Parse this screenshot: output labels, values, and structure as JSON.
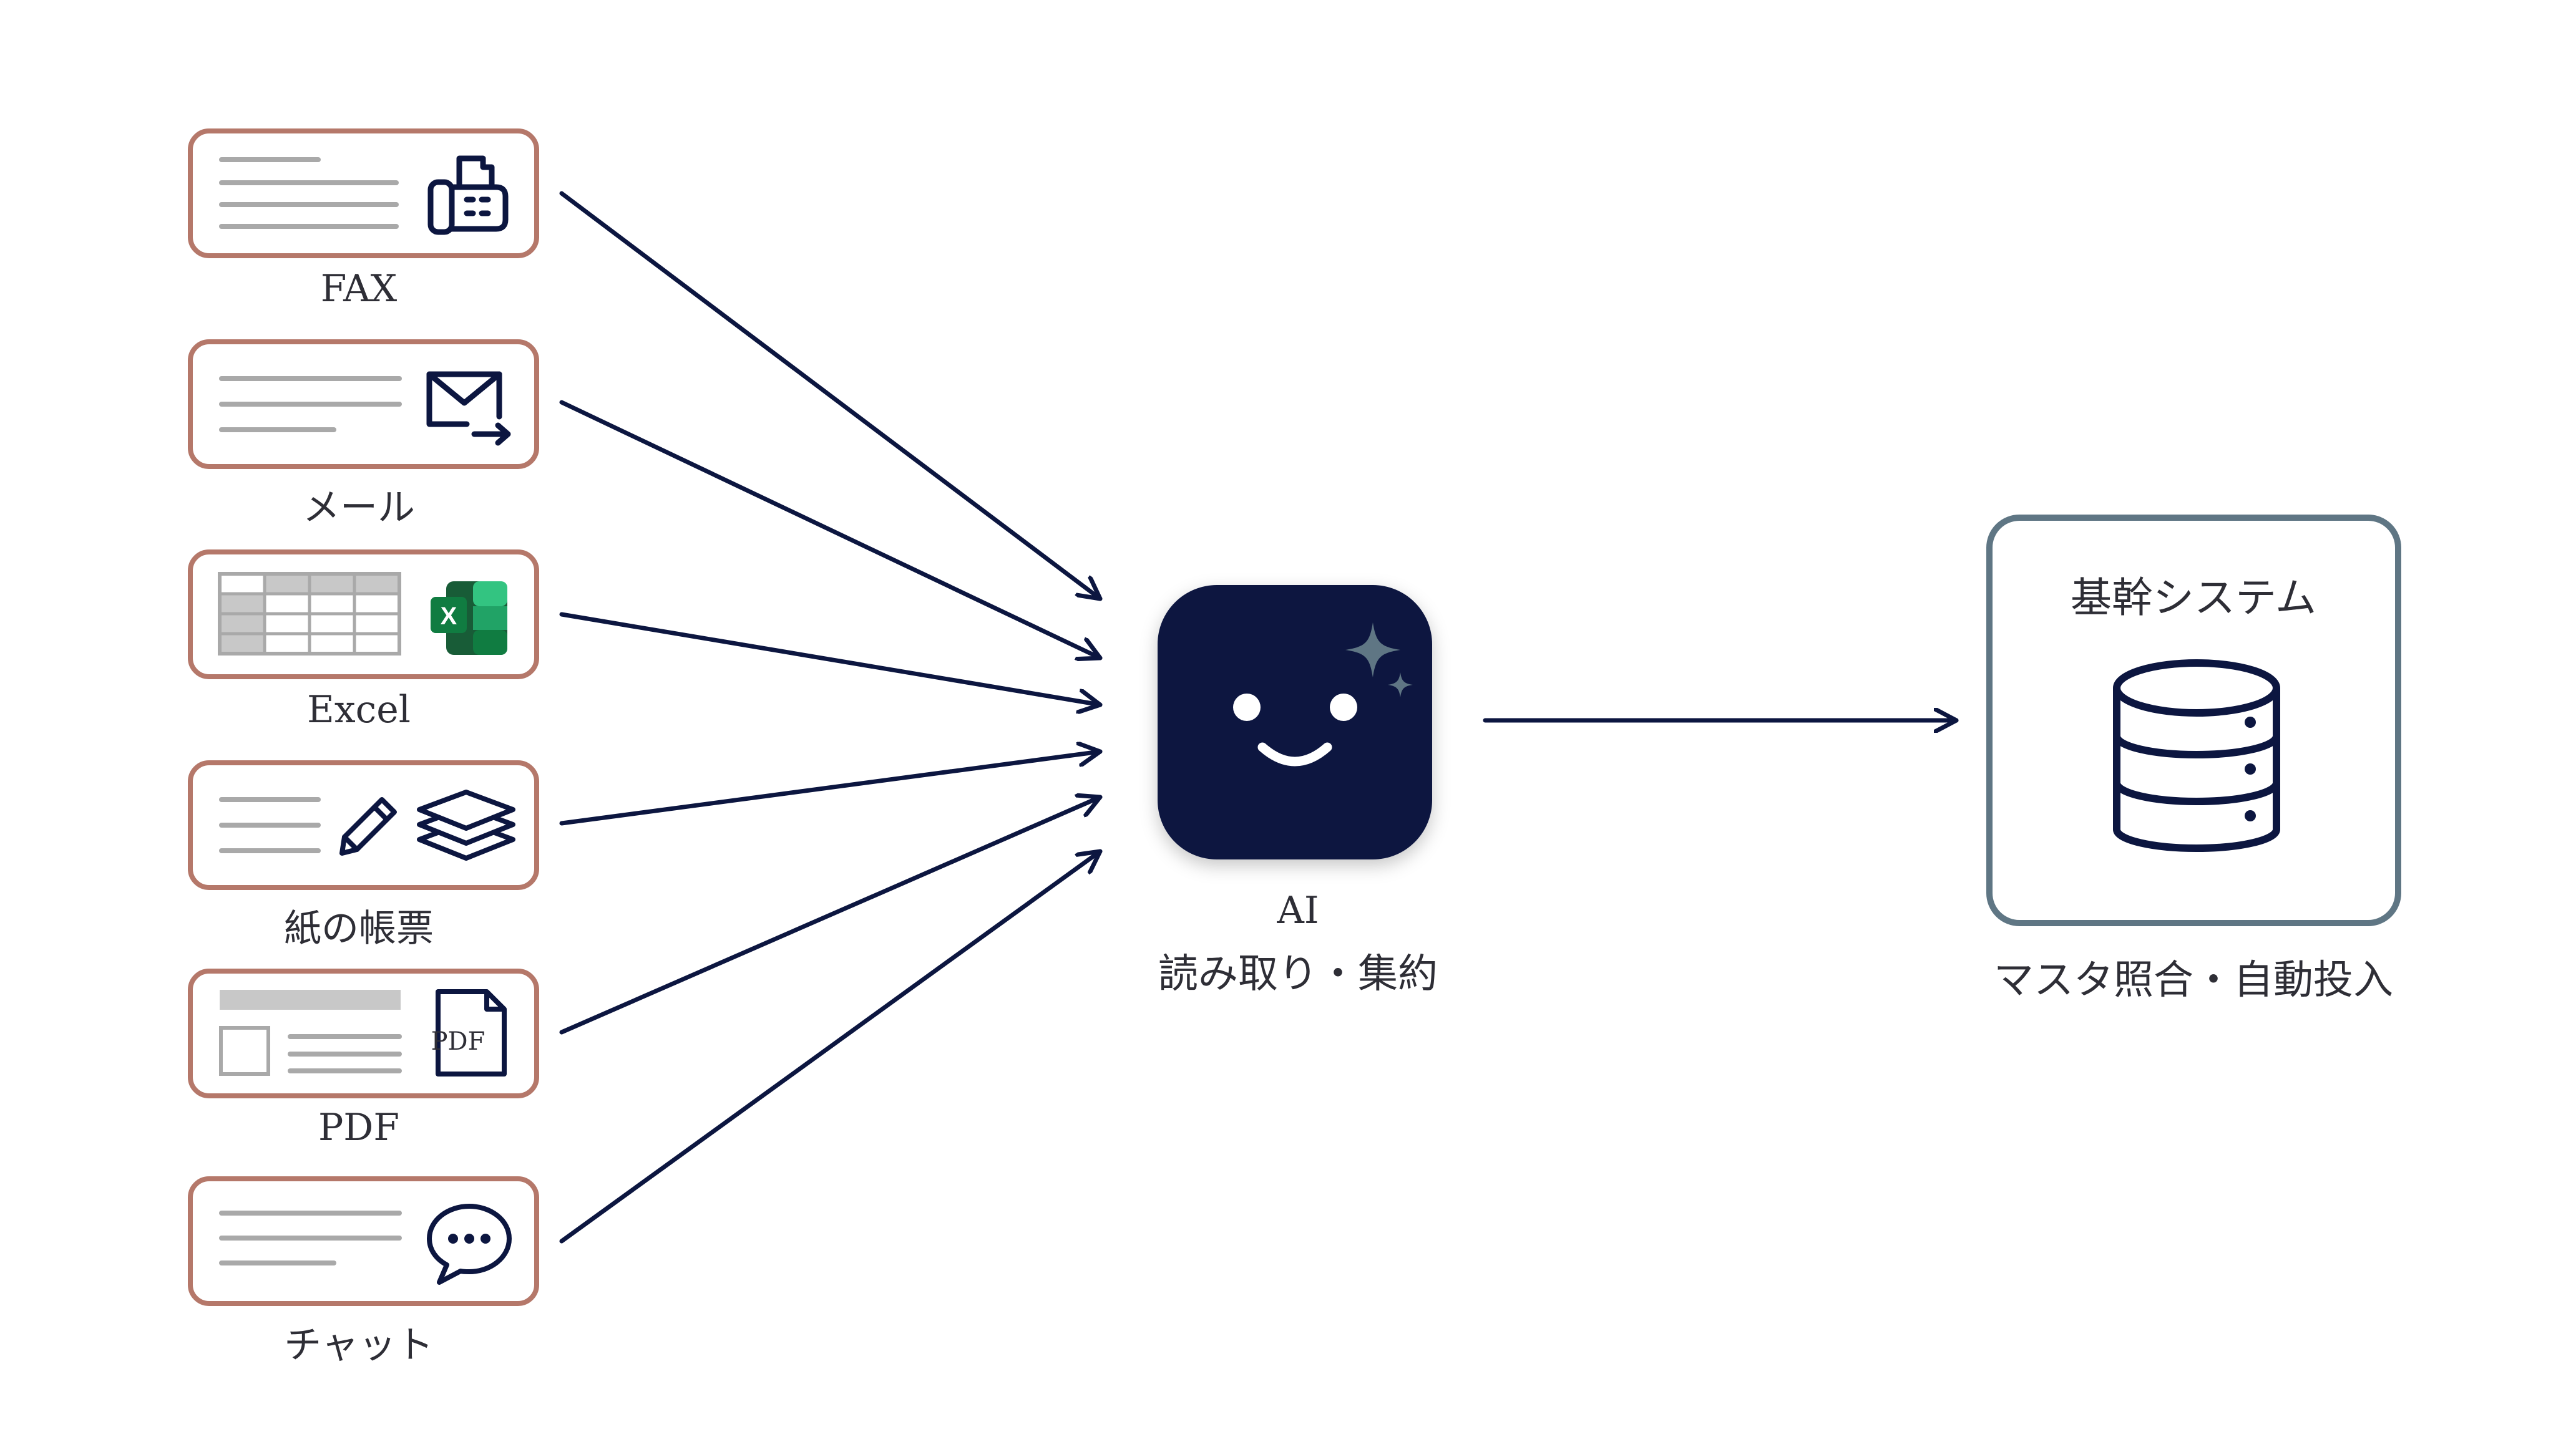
{
  "sources": [
    {
      "label": "FAX",
      "icon": "fax-icon"
    },
    {
      "label": "メール",
      "icon": "mail-icon"
    },
    {
      "label": "Excel",
      "icon": "excel-icon"
    },
    {
      "label": "紙の帳票",
      "icon": "paper-form-icon"
    },
    {
      "label": "PDF",
      "icon": "pdf-icon"
    },
    {
      "label": "チャット",
      "icon": "chat-icon"
    }
  ],
  "excel_badge": "X",
  "pdf_badge": "PDF",
  "ai": {
    "label": "AI",
    "caption": "読み取り・集約",
    "icon": "smiling-ai-sparkle-icon"
  },
  "system": {
    "title": "基幹システム",
    "caption": "マスタ照合・自動投入",
    "icon": "database-icon"
  },
  "colors": {
    "card_border": "#b5786a",
    "navy": "#0c1640",
    "system_border": "#5f7684",
    "line_gray": "#a9a9a9",
    "excel_green": "#1e7a45",
    "sparkle": "#5f7684"
  }
}
